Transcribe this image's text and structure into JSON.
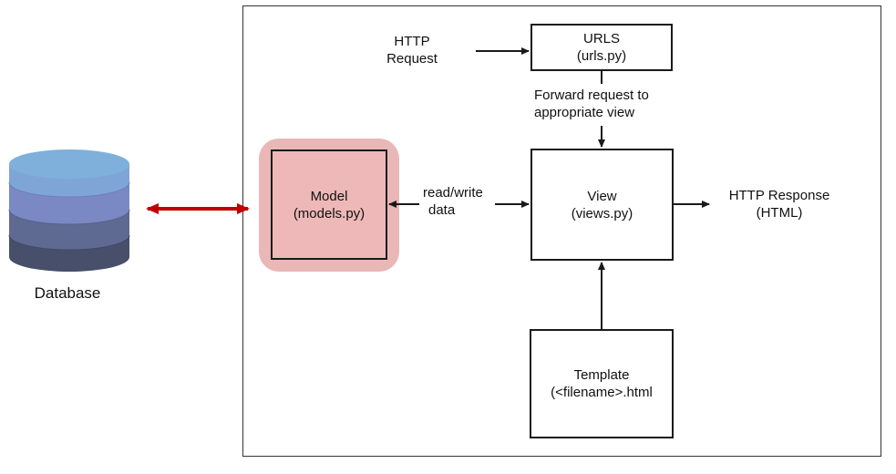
{
  "database": {
    "label": "Database",
    "colors": {
      "top": "#7fb0dc",
      "band1": "#7a88c4",
      "band2": "#5f6a93",
      "band3": "#474f6a"
    }
  },
  "model": {
    "line1": "Model",
    "line2": "(models.py)",
    "highlight_color": "#eab7b7"
  },
  "urls": {
    "line1": "URLS",
    "line2": "(urls.py)"
  },
  "view": {
    "line1": "View",
    "line2": "(views.py)"
  },
  "template": {
    "line1": "Template",
    "line2": "(<filename>.html"
  },
  "http_request": {
    "line1": "HTTP",
    "line2": "Request"
  },
  "forward_label": {
    "line1": "Forward request to",
    "line2": "appropriate view"
  },
  "read_write_label": {
    "line1": "read/write",
    "line2": "data"
  },
  "http_response": {
    "line1": "HTTP Response",
    "line2": "(HTML)"
  },
  "colors": {
    "db_connector": "#c00000",
    "stroke": "#1a1a1a"
  }
}
